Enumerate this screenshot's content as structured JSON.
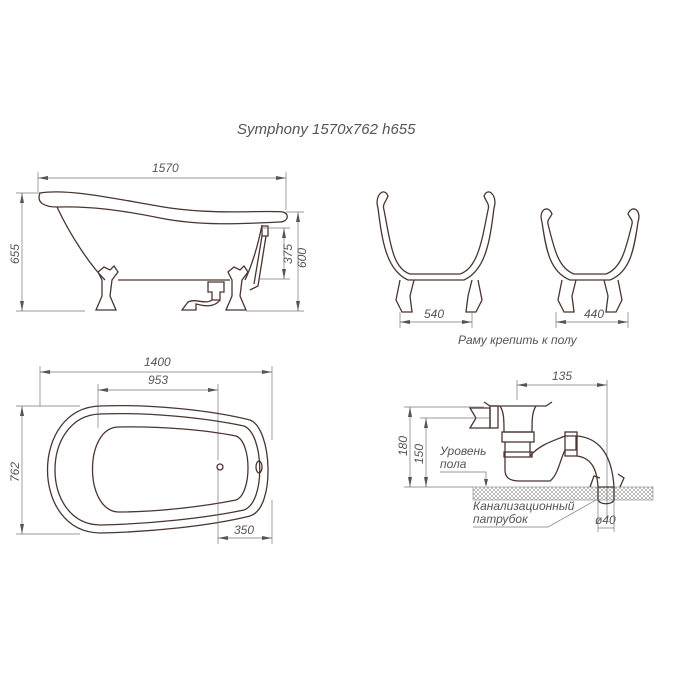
{
  "title": "Symphony 1570x762 h655",
  "side_view": {
    "length": "1570",
    "height": "655",
    "overflow_height": "375",
    "drain_height": "600"
  },
  "front_views": {
    "width_1": "540",
    "width_2": "440",
    "note": "Раму крепить к полу"
  },
  "top_view": {
    "outer_length": "1400",
    "inner_length": "953",
    "width": "762",
    "drain_offset": "350"
  },
  "siphon": {
    "offset": "135",
    "height_1": "180",
    "height_2": "150",
    "floor_label_1": "Уровень",
    "floor_label_2": "пола",
    "pipe_label_1": "Канализационный",
    "pipe_label_2": "патрубок",
    "pipe_diameter": "ø40"
  }
}
